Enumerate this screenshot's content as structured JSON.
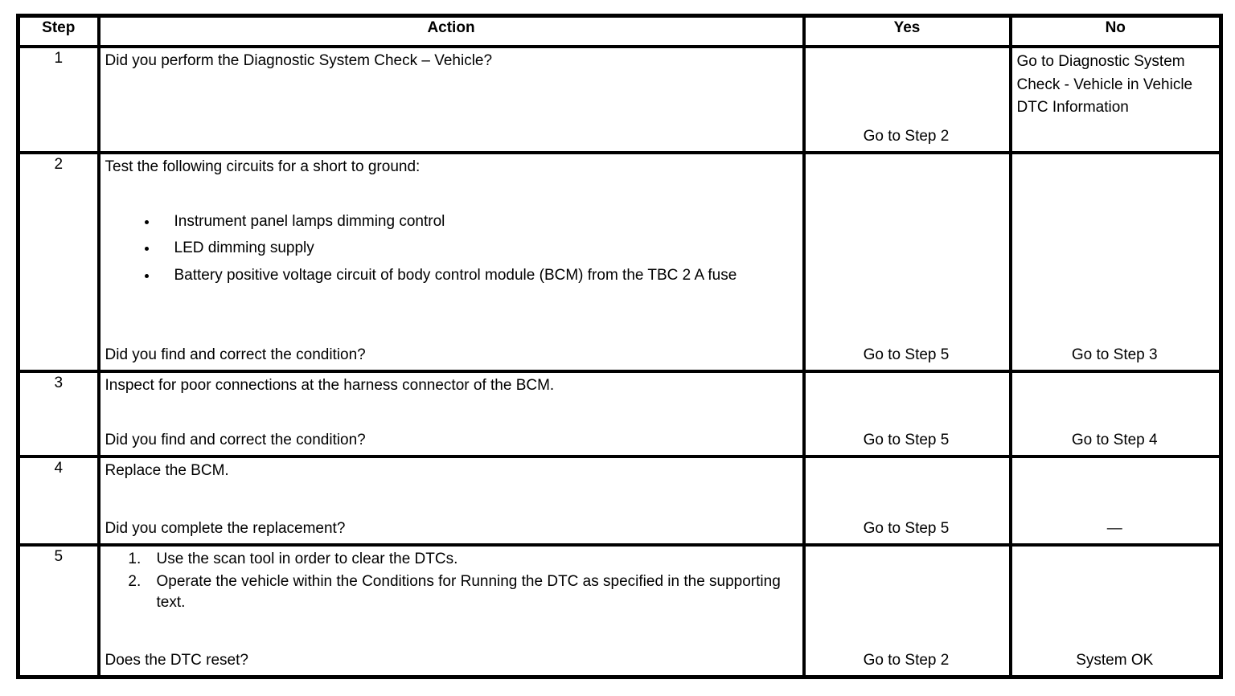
{
  "table": {
    "headers": [
      "Step",
      "Action",
      "Yes",
      "No"
    ],
    "rows": [
      {
        "step": "1",
        "action": {
          "intro": "Did you perform the Diagnostic System Check – Vehicle?"
        },
        "yes": "Go to Step 2",
        "no": "Go to Diagnostic System Check - Vehicle in Vehicle DTC Information"
      },
      {
        "step": "2",
        "action": {
          "intro": "Test the following circuits for a short to ground:",
          "bullets": [
            "Instrument panel lamps dimming control",
            "LED dimming supply",
            "Battery positive voltage circuit of body control module (BCM) from the TBC 2 A fuse"
          ],
          "question": "Did you find and correct the condition?"
        },
        "yes": "Go to Step 5",
        "no": "Go to Step 3"
      },
      {
        "step": "3",
        "action": {
          "intro": "Inspect for poor connections at the harness connector of the BCM.",
          "question": "Did you find and correct the condition?"
        },
        "yes": "Go to Step 5",
        "no": "Go to Step 4"
      },
      {
        "step": "4",
        "action": {
          "intro": "Replace the BCM.",
          "question": "Did you complete the replacement?"
        },
        "yes": "Go to Step 5",
        "no": "—"
      },
      {
        "step": "5",
        "action": {
          "steps": [
            "Use the scan tool in order to clear the DTCs.",
            "Operate the vehicle within the Conditions for Running the DTC as specified in the supporting text."
          ],
          "question": "Does the DTC reset?"
        },
        "yes": "Go to Step 2",
        "no": "System OK"
      }
    ]
  }
}
